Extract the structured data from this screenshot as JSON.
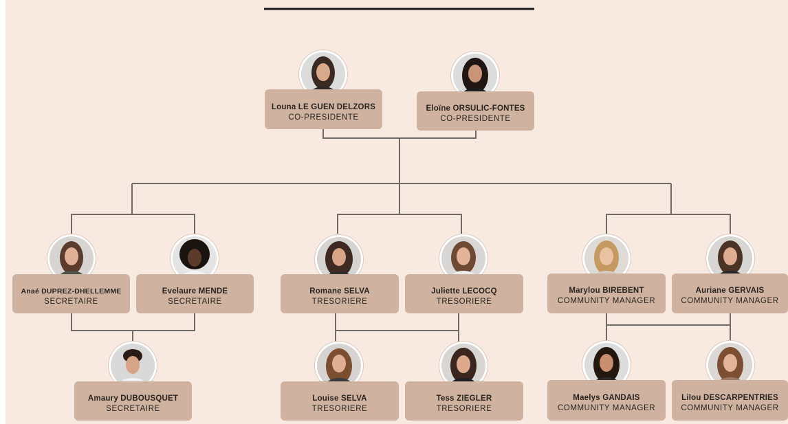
{
  "members": [
    {
      "id": "louna",
      "name": "Louna LE GUEN DELZORS",
      "role": "CO-PRESIDENTE"
    },
    {
      "id": "eloine",
      "name": "Eloïne ORSULIC-FONTES",
      "role": "CO-PRESIDENTE"
    },
    {
      "id": "anae",
      "name": "Anaé DUPREZ-DHELLEMME",
      "role": "SECRETAIRE"
    },
    {
      "id": "evelaure",
      "name": "Evelaure MENDE",
      "role": "SECRETAIRE"
    },
    {
      "id": "romane",
      "name": "Romane SELVA",
      "role": "TRESORIERE"
    },
    {
      "id": "juliette",
      "name": "Juliette LECOCQ",
      "role": "TRESORIERE"
    },
    {
      "id": "marylou",
      "name": "Marylou BIREBENT",
      "role": "COMMUNITY MANAGER"
    },
    {
      "id": "auriane",
      "name": "Auriane GERVAIS",
      "role": "COMMUNITY MANAGER"
    },
    {
      "id": "amaury",
      "name": "Amaury DUBOUSQUET",
      "role": "SECRETAIRE"
    },
    {
      "id": "louise",
      "name": "Louise SELVA",
      "role": "TRESORIERE"
    },
    {
      "id": "tess",
      "name": "Tess ZIEGLER",
      "role": "TRESORIERE"
    },
    {
      "id": "maelys",
      "name": "Maelys GANDAIS",
      "role": "COMMUNITY MANAGER"
    },
    {
      "id": "lilou",
      "name": "Lilou DESCARPENTRIES",
      "role": "COMMUNITY MANAGER"
    }
  ],
  "colors": {
    "background": "#f8eae0",
    "card": "#cfb3a0",
    "connector": "#6f6a66",
    "text": "#2a2420"
  }
}
